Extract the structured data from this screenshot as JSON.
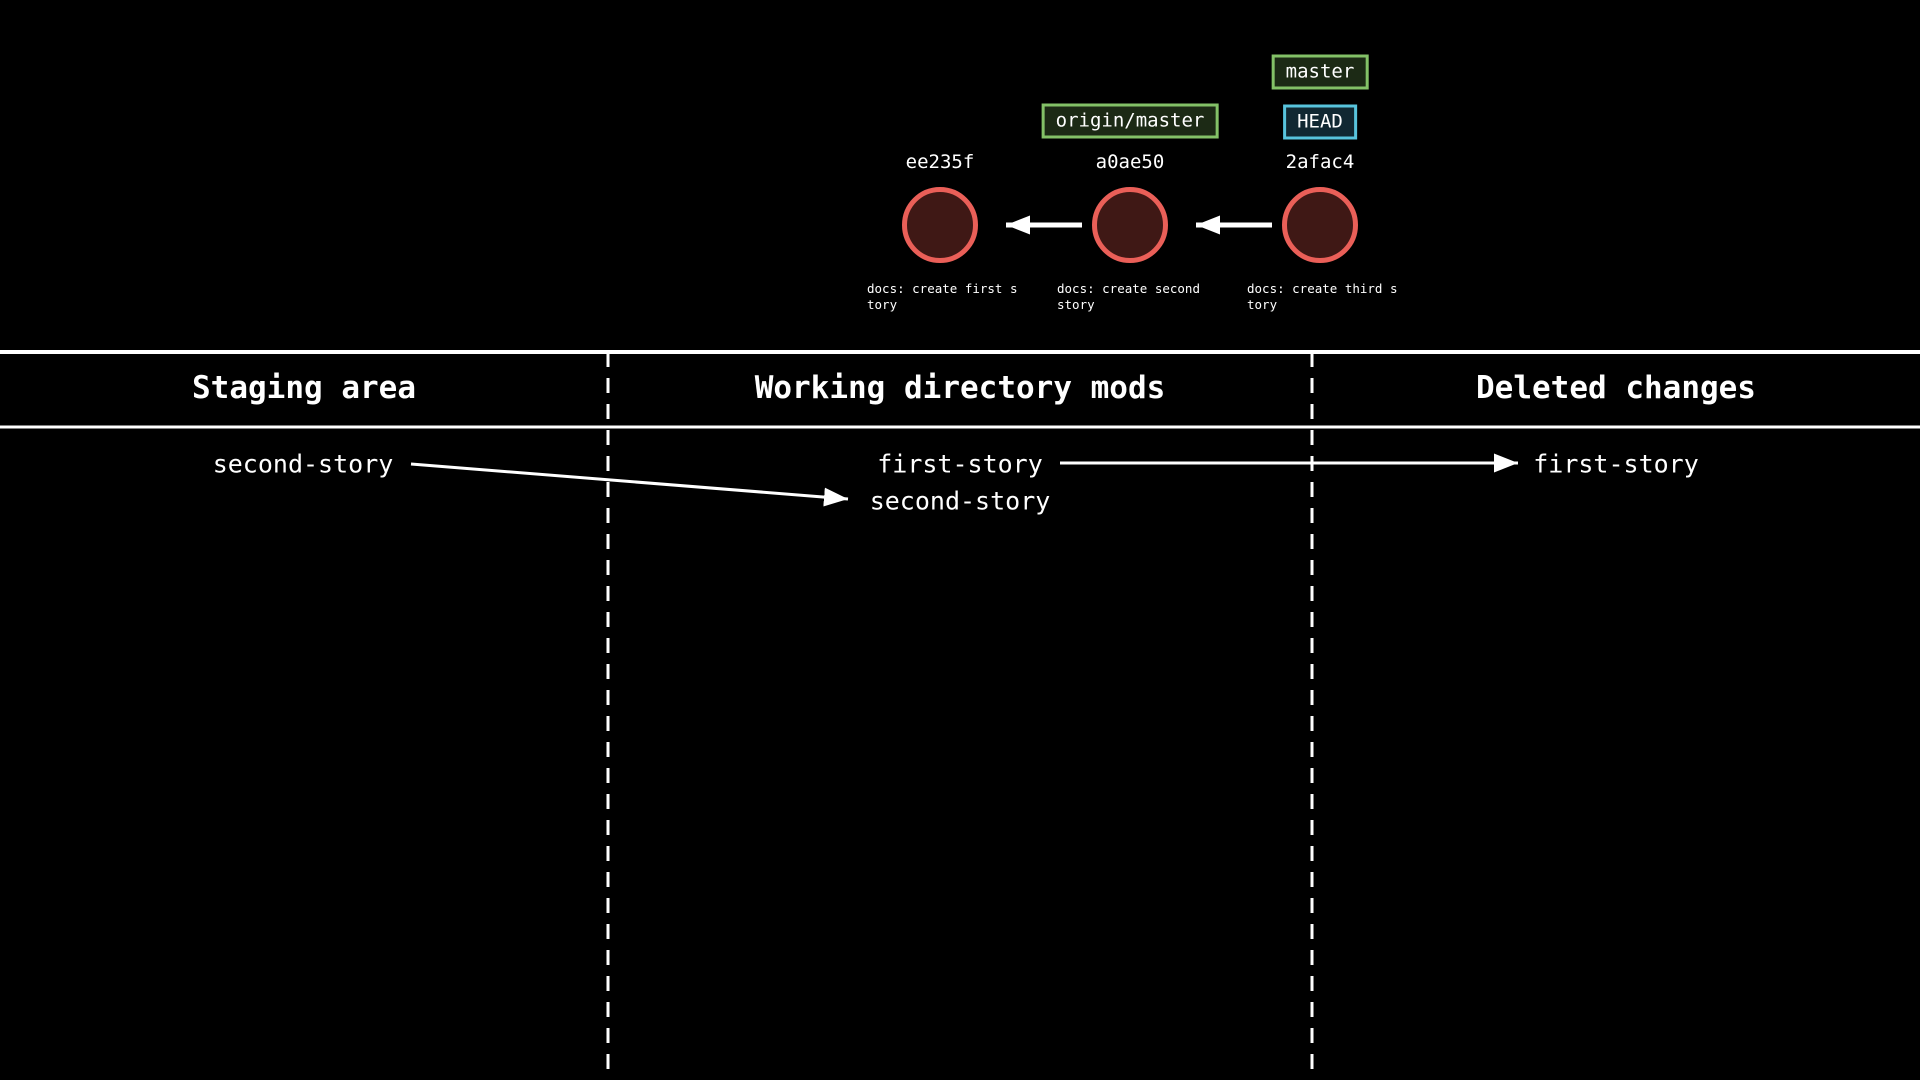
{
  "graph": {
    "refs": {
      "master": {
        "label": "master"
      },
      "origin_master": {
        "label": "origin/master"
      },
      "head": {
        "label": "HEAD"
      }
    },
    "commits": [
      {
        "hash": "ee235f",
        "message": "docs: create first story"
      },
      {
        "hash": "a0ae50",
        "message": "docs: create second story"
      },
      {
        "hash": "2afac4",
        "message": "docs: create third story"
      }
    ]
  },
  "table": {
    "columns": [
      {
        "header": "Staging area",
        "items": [
          "second-story"
        ]
      },
      {
        "header": "Working directory mods",
        "items": [
          "first-story",
          "second-story"
        ]
      },
      {
        "header": "Deleted changes",
        "items": [
          "first-story"
        ]
      }
    ]
  },
  "colors": {
    "background": "#000000",
    "text": "#ffffff",
    "line": "#ffffff",
    "commit_fill": "#3f1815",
    "commit_stroke": "#ea5f58",
    "branch_tag_border": "#83c167",
    "branch_tag_fill": "#1c2a15",
    "head_tag_border": "#58c4dd",
    "head_tag_fill": "#112832"
  }
}
